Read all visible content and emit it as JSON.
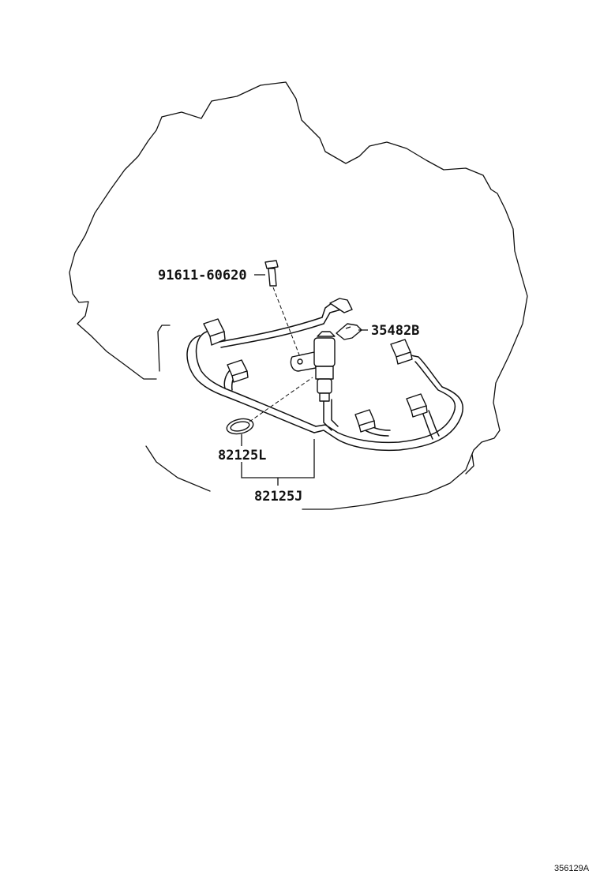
{
  "callouts": {
    "bolt": "91611-60620",
    "clip": "35482B",
    "oring": "82125L",
    "harness": "82125J"
  },
  "drawing_code": "356129A"
}
